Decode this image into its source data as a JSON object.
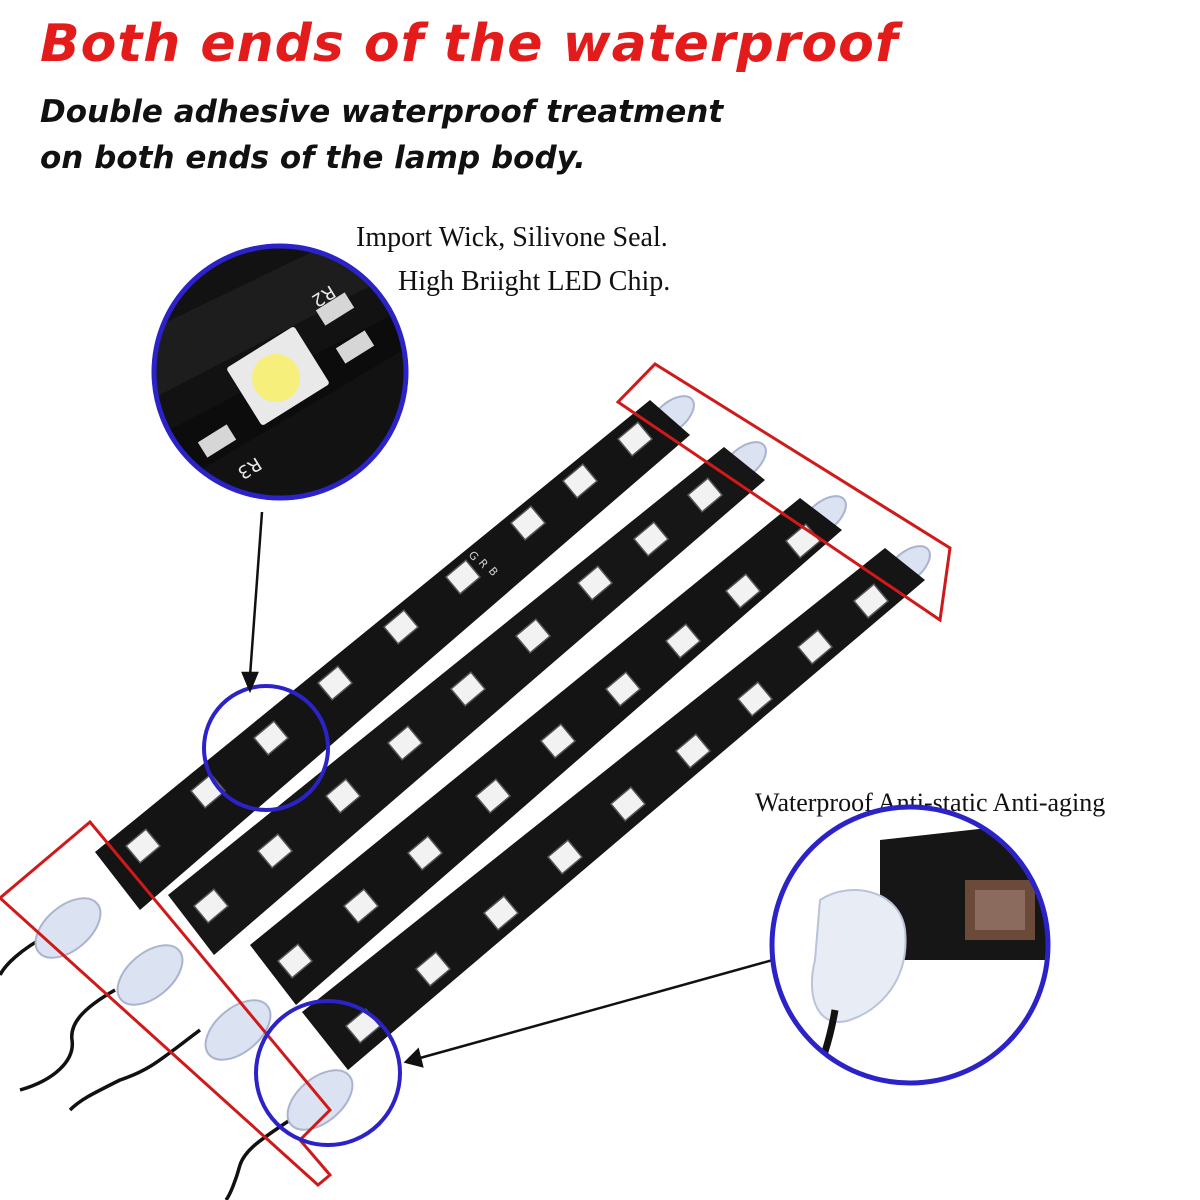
{
  "headline": "Both ends of the waterproof",
  "subheadline_line1": "Double adhesive waterproof treatment",
  "subheadline_line2": "on both ends of the lamp body.",
  "callout_chip_line1": "Import Wick, Silivone Seal.",
  "callout_chip_line2": "High Briight LED Chip.",
  "callout_end": "Waterproof Anti-static Anti-aging",
  "chip_labels": {
    "r2": "R2",
    "r3": "R3"
  },
  "pad_labels": {
    "g": "G",
    "r": "R",
    "b": "B"
  },
  "colors": {
    "headline": "#e31b1b",
    "zoom_circle": "#2b22c8",
    "highlight_box": "#d01919",
    "strip": "#141414"
  },
  "strip_count": 4
}
